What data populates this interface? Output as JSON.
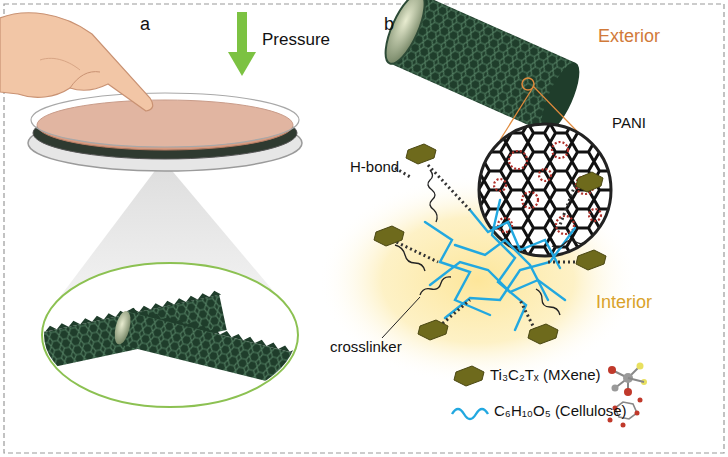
{
  "diagram": {
    "labels": [
      "a",
      "Pressure",
      "b",
      "Exterior",
      "H-bond",
      "PANI",
      "Interior",
      "crosslinker"
    ],
    "legend": [
      {
        "text": "Ti₃C₂Tₓ (MXene)"
      },
      {
        "text": "C₆H₁₀O₅ (Cellulose)"
      }
    ]
  }
}
